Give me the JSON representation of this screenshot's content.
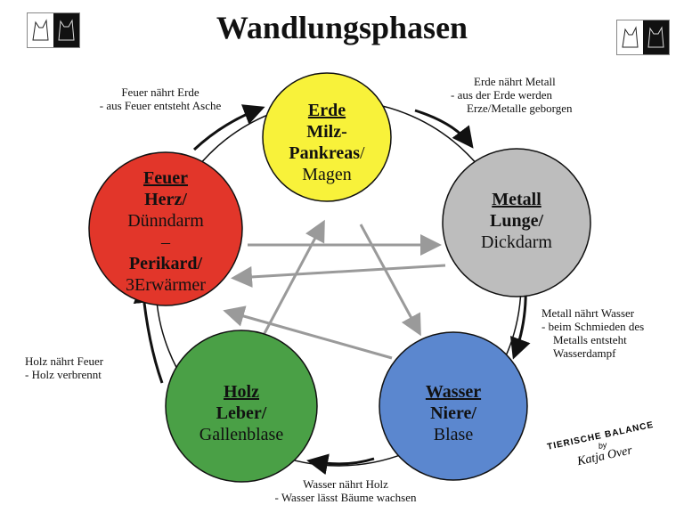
{
  "title": "Wandlungsphasen",
  "elements": {
    "erde": {
      "name": "Erde",
      "l1": "Milz-",
      "l2": "Pankreas",
      "l3": "/ Magen",
      "color": "#f8f23a"
    },
    "metall": {
      "name": "Metall",
      "l1": "Lunge/",
      "l2": "Dickdarm",
      "color": "#bdbdbd"
    },
    "wasser": {
      "name": "Wasser",
      "l1": "Niere/",
      "l2": "Blase",
      "color": "#5b87cf"
    },
    "holz": {
      "name": "Holz",
      "l1": "Leber/",
      "l2": "Gallenblase",
      "color": "#4aa046"
    },
    "feuer": {
      "name": "Feuer",
      "l1": "Herz/",
      "l2": "Dünndarm",
      "l3": "–",
      "l4": "Perikard/",
      "l5": "3Erwärmer",
      "color": "#e2362a"
    }
  },
  "relations": {
    "feuer_erde": [
      "Feuer nährt Erde",
      "- aus Feuer entsteht Asche"
    ],
    "erde_metall": [
      "Erde nährt Metall",
      "-    aus der Erde werden",
      "Erze/Metalle geborgen"
    ],
    "metall_wasser": [
      "Metall nährt Wasser",
      "-  beim Schmieden des",
      "Metalls entsteht",
      "Wasserdampf"
    ],
    "holz_feuer": [
      "Holz nährt Feuer",
      "- Holz verbrennt"
    ],
    "wasser_holz": [
      "Wasser nährt Holz",
      "- Wasser lässt Bäume wachsen"
    ]
  },
  "brand": {
    "line1": "TIERISCHE BALANCE",
    "line2": "by",
    "line3": "Katja Over"
  }
}
